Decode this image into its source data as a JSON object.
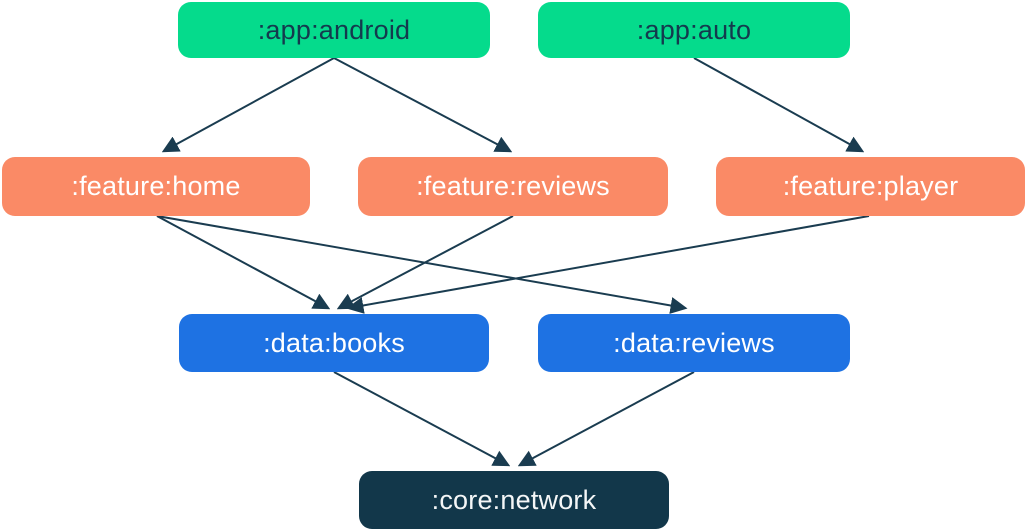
{
  "diagram": {
    "kind": "module-dependency-graph",
    "colors": {
      "app_node": "#05db8c",
      "feature_node": "#fa8a66",
      "data_node": "#1e72e3",
      "core_node": "#12374a",
      "edge": "#1a3c50",
      "text_on_app": "#143a4e",
      "text_on_other": "#ffffff",
      "background": "#ffffff"
    },
    "nodes": {
      "app_android": {
        "label": ":app:android",
        "type": "app"
      },
      "app_auto": {
        "label": ":app:auto",
        "type": "app"
      },
      "feature_home": {
        "label": ":feature:home",
        "type": "feature"
      },
      "feature_reviews": {
        "label": ":feature:reviews",
        "type": "feature"
      },
      "feature_player": {
        "label": ":feature:player",
        "type": "feature"
      },
      "data_books": {
        "label": ":data:books",
        "type": "data"
      },
      "data_reviews": {
        "label": ":data:reviews",
        "type": "data"
      },
      "core_network": {
        "label": ":core:network",
        "type": "core"
      }
    },
    "edges": [
      {
        "from": ":app:android",
        "to": ":feature:home"
      },
      {
        "from": ":app:android",
        "to": ":feature:reviews"
      },
      {
        "from": ":app:auto",
        "to": ":feature:player"
      },
      {
        "from": ":feature:home",
        "to": ":data:books"
      },
      {
        "from": ":feature:home",
        "to": ":data:reviews"
      },
      {
        "from": ":feature:reviews",
        "to": ":data:books"
      },
      {
        "from": ":feature:player",
        "to": ":data:books"
      },
      {
        "from": ":data:books",
        "to": ":core:network"
      },
      {
        "from": ":data:reviews",
        "to": ":core:network"
      }
    ]
  }
}
